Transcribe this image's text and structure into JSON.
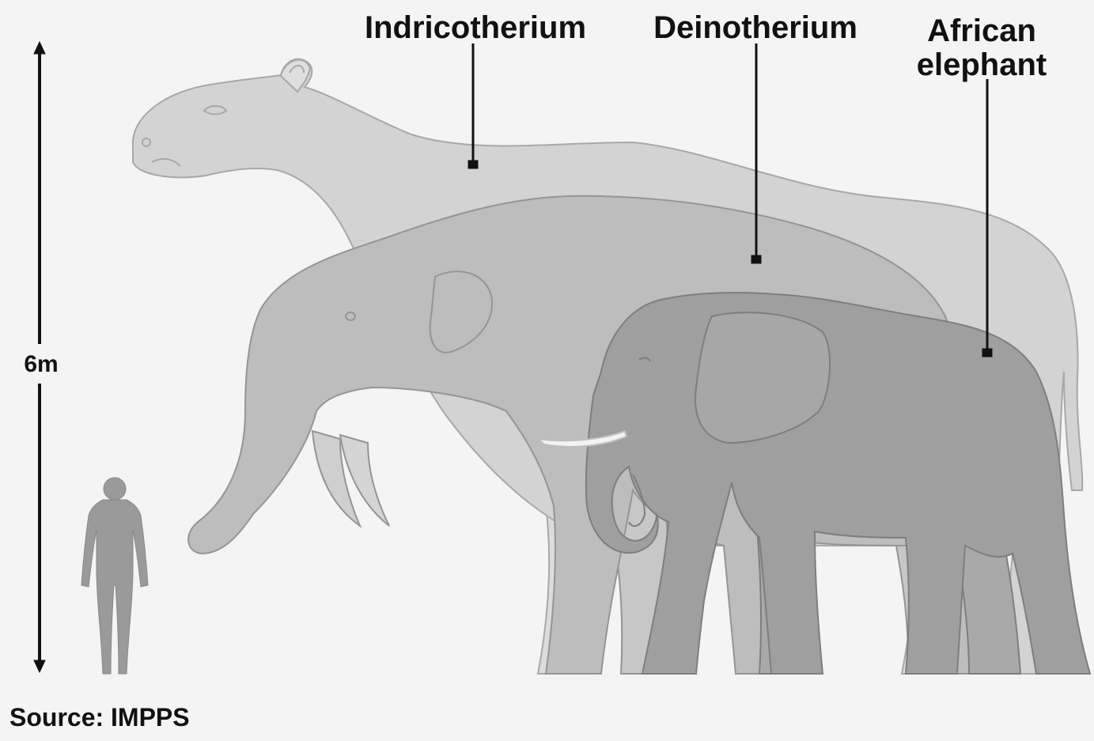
{
  "figure": {
    "scale_label": "6m",
    "source": "Source: IMPPS"
  },
  "animals": [
    {
      "name": "Indricotherium",
      "line2": "",
      "color": "#d3d3d3"
    },
    {
      "name": "Deinotherium",
      "line2": "",
      "color": "#bdbdbd"
    },
    {
      "name": "African",
      "line2": "elephant",
      "color": "#9f9f9f"
    }
  ],
  "human": {
    "color": "#9a9a9a"
  },
  "colors": {
    "background": "#f4f4f4",
    "line": "#111111",
    "outline": "#8a8a8a",
    "tusk": "#f2f2f2"
  }
}
